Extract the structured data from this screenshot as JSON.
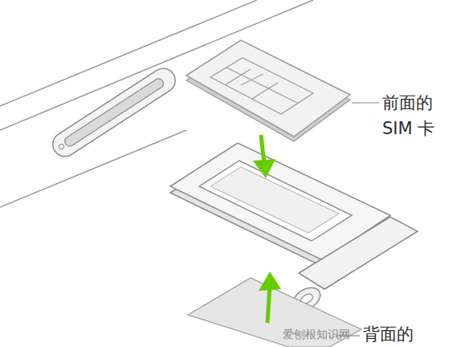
{
  "diagram": {
    "labels": [
      "前面的 SIM 卡",
      "背面的",
      "爱刨根知识网"
    ]
  }
}
